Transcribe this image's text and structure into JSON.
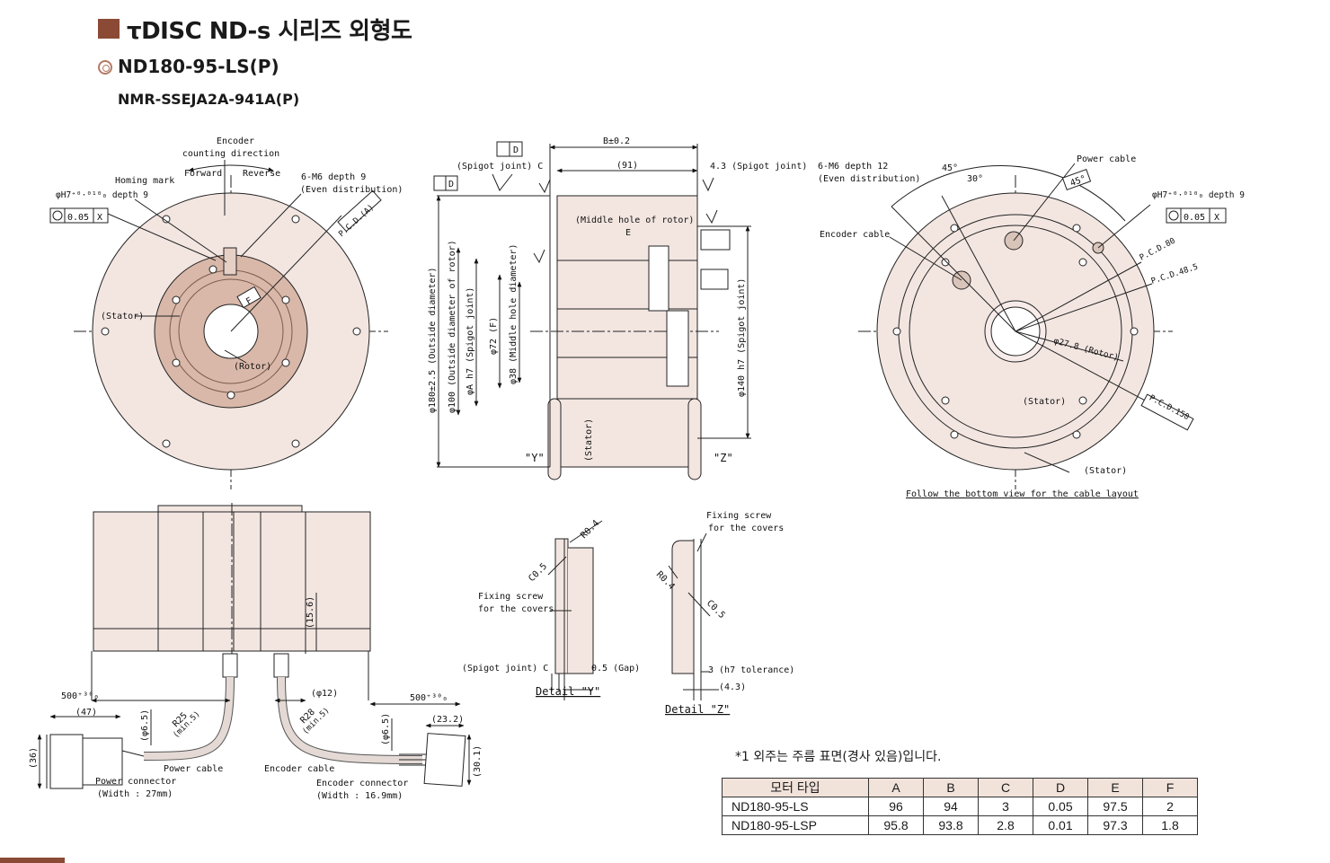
{
  "header": {
    "title": "τDISC ND-s 시리즈  외형도"
  },
  "model": {
    "name": "ND180-95-LS(P)",
    "encoder_code": "NMR-SSEJA2A-941A(P)"
  },
  "front_view": {
    "encoder_dir": "Encoder",
    "counting_dir": "counting direction",
    "forward": "Forward",
    "reverse": "Reverse",
    "homing_mark": "Homing mark",
    "hole_spec": "φH7⁺⁰·⁰¹⁰₀ depth 9",
    "tol_box": "0.05",
    "tol_ref": "X",
    "screws": "6-M6 depth 9",
    "even_dist": "(Even distribution)",
    "pcd": "P.C.D.(A)",
    "stator": "(Stator)",
    "rotor": "(Rotor)",
    "f_box": "F"
  },
  "side_view": {
    "b_dim": "B±0.2",
    "d91": "(91)",
    "spigot_c": "(Spigot joint) C",
    "spigot_43": "4.3 (Spigot joint)",
    "middle_hole": "(Middle hole of rotor)",
    "e_label": "E",
    "d_label": "D",
    "dim_180": "φ180±2.5 (Outside diameter)",
    "dim_100": "φ100 (Outside diameter of rotor)",
    "dim_a": "φA h7 (Spigot joint)",
    "dim_72": "φ72 (F)",
    "dim_38": "φ38 (Middle hole diameter)",
    "dim_140": "φ140 h7 (Spigot joint)",
    "stator": "(Stator)",
    "y_mark": "\"Y\"",
    "z_mark": "\"Z\""
  },
  "rear_view": {
    "screws": "6-M6 depth 12",
    "even_dist": "(Even distribution)",
    "angle45a": "45°",
    "angle30": "30°",
    "angle45b": "45°",
    "power_cable": "Power cable",
    "encoder_cable": "Encoder cable",
    "hole_spec": "φH7⁺⁰·⁰¹⁰₀ depth 9",
    "tol_box": "0.05",
    "tol_ref": "X",
    "pcd80": "P.C.D.80",
    "pcd485": "P.C.D.48.5",
    "rotor": "φ27.8 (Rotor)",
    "pcd150": "P.C.D.150",
    "stator1": "(Stator)",
    "stator2": "(Stator)",
    "follow": "Follow the bottom view for the cable layout"
  },
  "bottom_view": {
    "dim156": "(15.6)",
    "dim500a": "500⁺³⁰₀",
    "dim47": "(47)",
    "dim65a": "(φ6.5)",
    "r25": "R25",
    "min5a": "(min.5)",
    "dim36": "(36)",
    "power_connector": "Power connector",
    "power_width": "(Width : 27mm)",
    "power_cable": "Power cable",
    "dim12": "(φ12)",
    "r28": "R28",
    "min5b": "(min.5)",
    "encoder_cable": "Encoder cable",
    "dim500b": "500⁺³⁰₀",
    "dim65b": "(φ6.5)",
    "dim232": "(23.2)",
    "dim301": "(30.1)",
    "encoder_connector": "Encoder connector",
    "encoder_width": "(Width : 16.9mm)"
  },
  "detail_y": {
    "r04": "R0.4",
    "c05": "C0.5",
    "fixing": "Fixing screw",
    "for_covers": "for the covers",
    "spigot_c": "(Spigot joint) C",
    "gap": "0.5 (Gap)",
    "label": "Detail \"Y\""
  },
  "detail_z": {
    "fixing": "Fixing screw",
    "for_covers": "for the covers",
    "r04": "R0.4",
    "c05": "C0.5",
    "tol": "3 (h7 tolerance)",
    "dim43": "(4.3)",
    "label": "Detail \"Z\""
  },
  "footnote": {
    "mark": "*1",
    "text": "외주는 주름 표면(경사 있음)입니다."
  },
  "table": {
    "headers": [
      "모터 타입",
      "A",
      "B",
      "C",
      "D",
      "E",
      "F"
    ],
    "rows": [
      [
        "ND180-95-LS",
        "96",
        "94",
        "3",
        "0.05",
        "97.5",
        "2"
      ],
      [
        "ND180-95-LSP",
        "95.8",
        "93.8",
        "2.8",
        "0.01",
        "97.3",
        "1.8"
      ]
    ]
  },
  "colors": {
    "accent": "#8b4a35",
    "body_fill": "#f3e6e1",
    "rotor_fill": "#d9b8a9",
    "table_header": "#f1e2da"
  }
}
